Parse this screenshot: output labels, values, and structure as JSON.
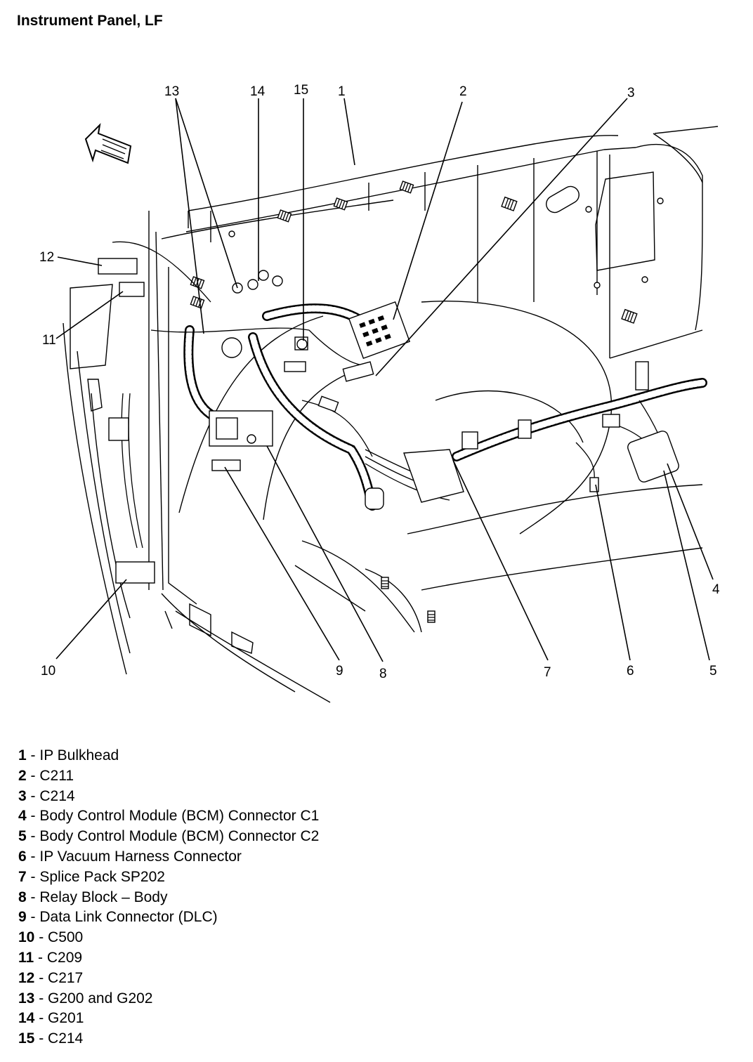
{
  "title": "Instrument Panel, LF",
  "callouts": [
    "1",
    "2",
    "3",
    "4",
    "5",
    "6",
    "7",
    "8",
    "9",
    "10",
    "11",
    "12",
    "13",
    "14",
    "15"
  ],
  "legend": [
    {
      "num": "1",
      "sep": " - ",
      "label": "IP Bulkhead"
    },
    {
      "num": "2",
      "sep": " - ",
      "label": "C211"
    },
    {
      "num": "3",
      "sep": " - ",
      "label": "C214"
    },
    {
      "num": "4",
      "sep": " - ",
      "label": "Body Control Module (BCM) Connector C1"
    },
    {
      "num": "5",
      "sep": " - ",
      "label": "Body Control Module (BCM) Connector C2"
    },
    {
      "num": "6",
      "sep": " - ",
      "label": "IP Vacuum Harness Connector"
    },
    {
      "num": "7",
      "sep": " - ",
      "label": "Splice Pack SP202"
    },
    {
      "num": "8",
      "sep": " - ",
      "label": "Relay Block – Body"
    },
    {
      "num": "9",
      "sep": " - ",
      "label": "Data Link Connector (DLC)"
    },
    {
      "num": "10",
      "sep": " - ",
      "label": "C500"
    },
    {
      "num": "11",
      "sep": " - ",
      "label": "C209"
    },
    {
      "num": "12",
      "sep": " - ",
      "label": "C217"
    },
    {
      "num": "13",
      "sep": " - ",
      "label": "G200 and G202"
    },
    {
      "num": "14",
      "sep": " - ",
      "label": "G201"
    },
    {
      "num": "15",
      "sep": " - ",
      "label": "C214"
    }
  ]
}
